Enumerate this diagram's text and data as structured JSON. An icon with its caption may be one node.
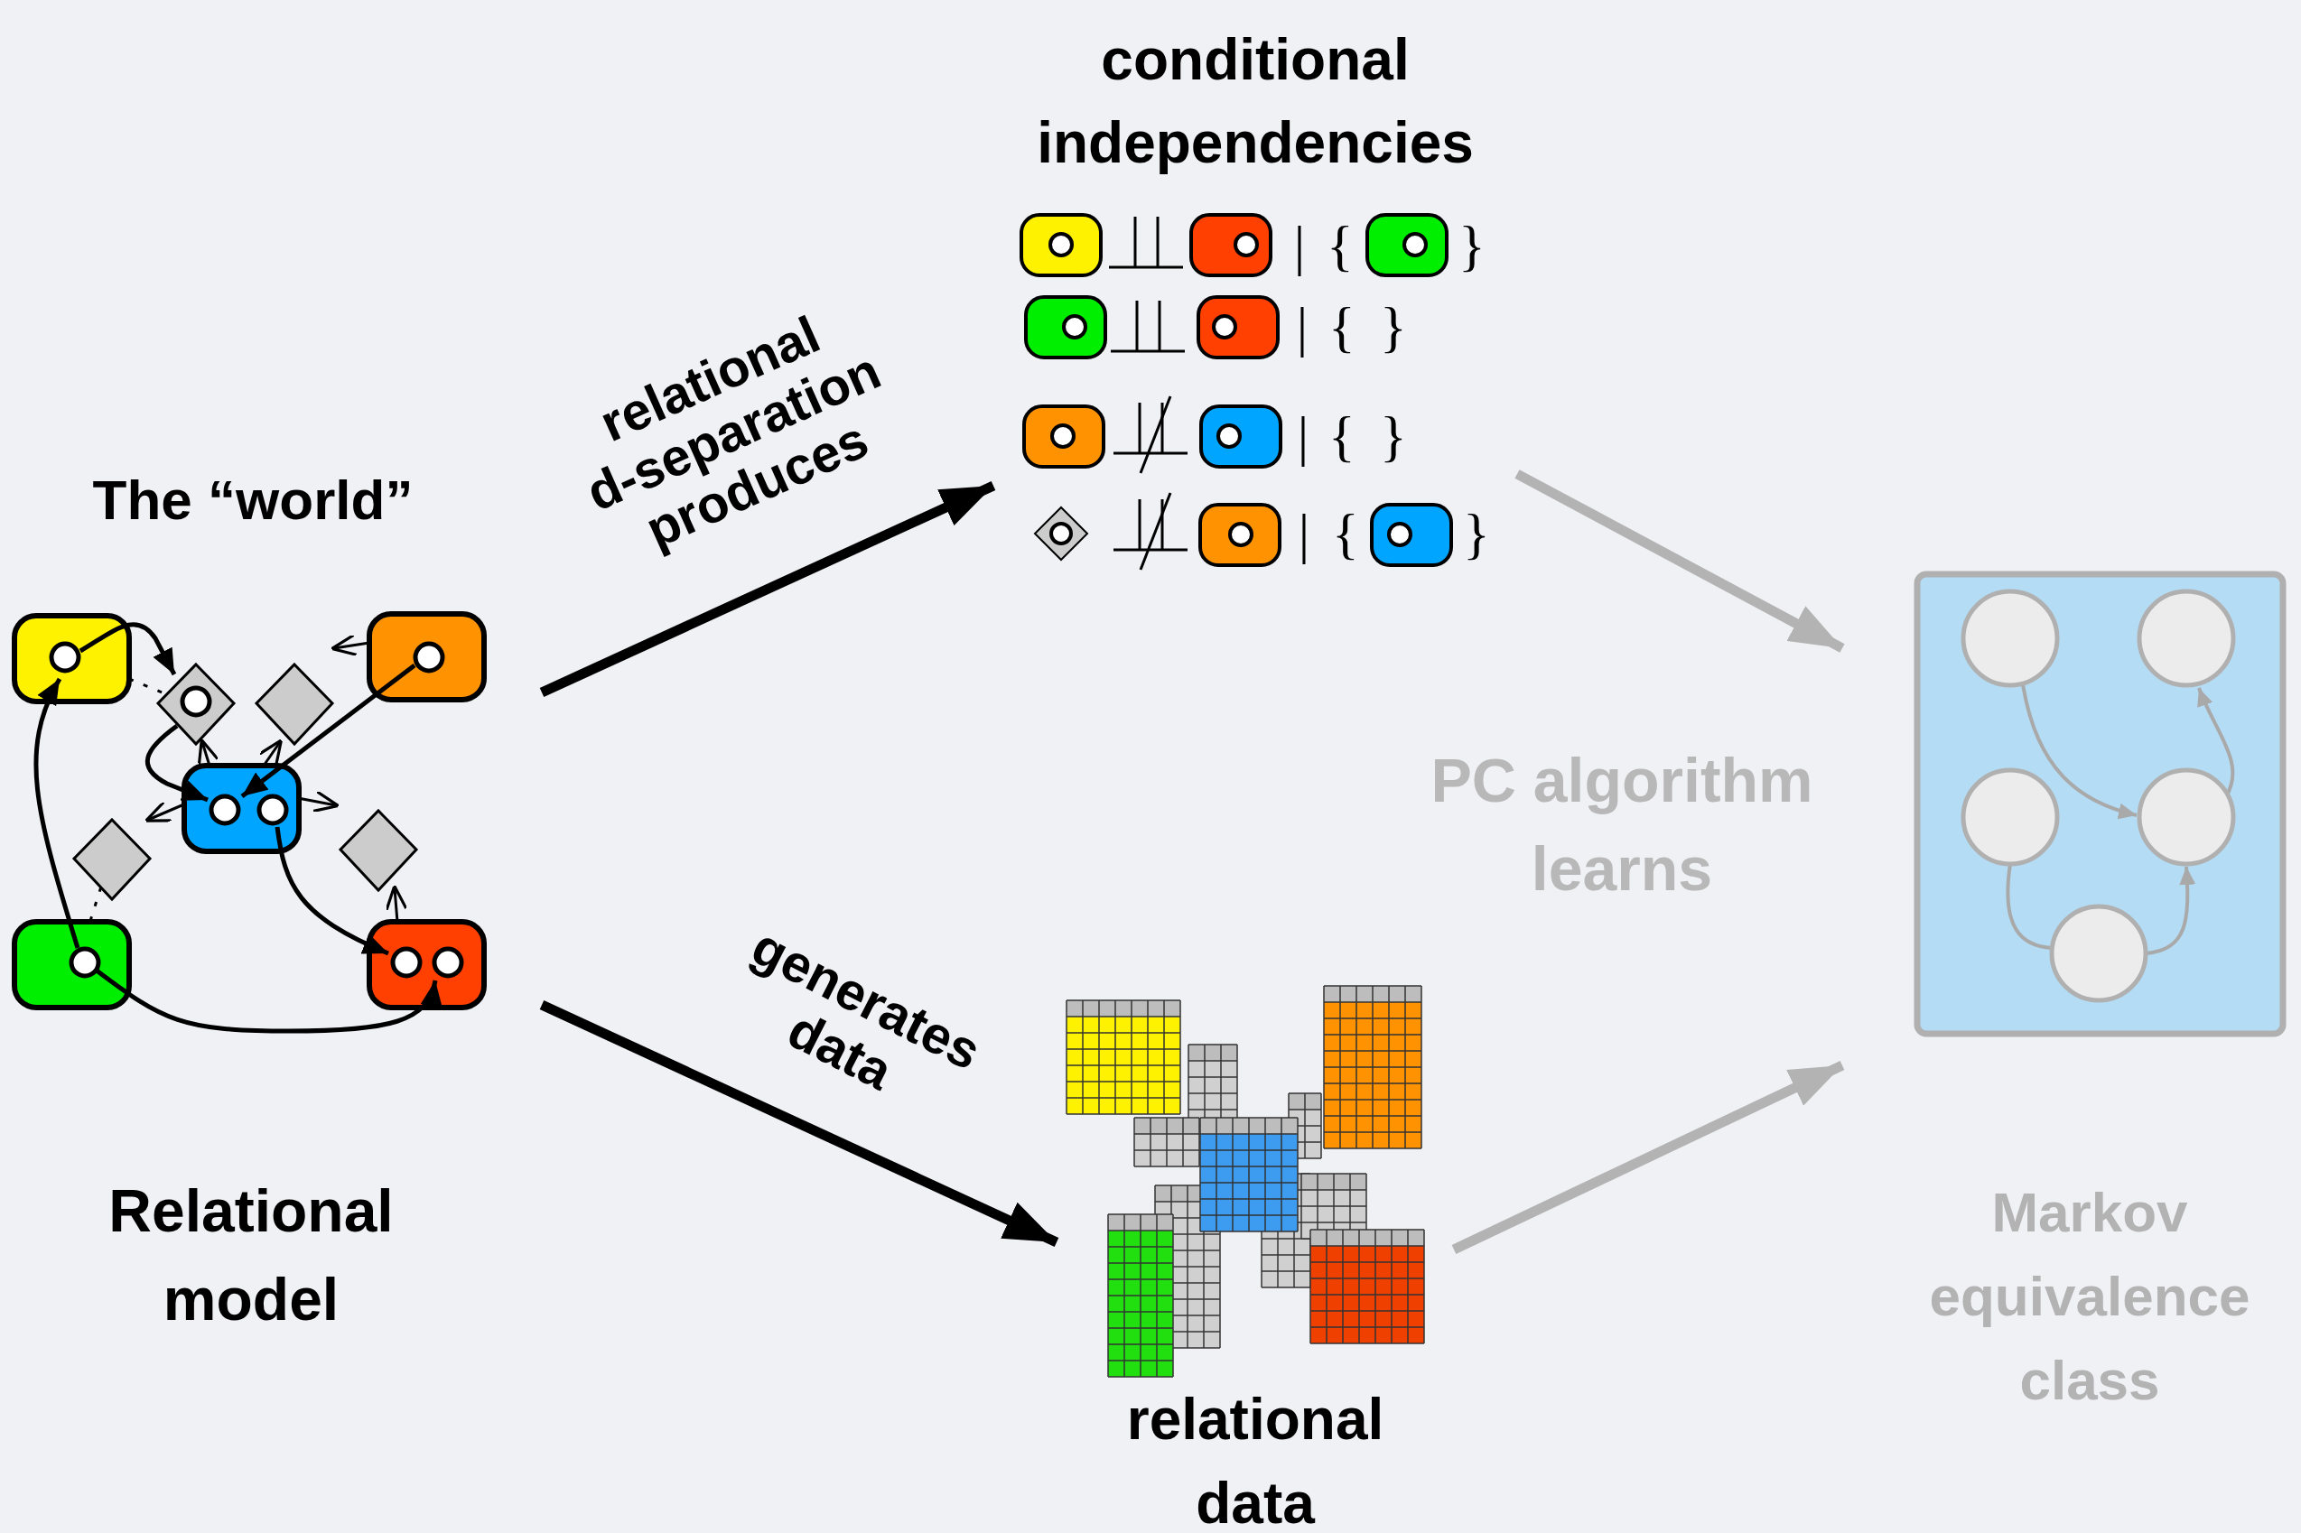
{
  "diagram": {
    "nodes": [
      {
        "text": [
          "The “world”",
          "Relational model"
        ]
      },
      {
        "text": [
          "conditional independencies"
        ]
      },
      {
        "text": [
          "relational data"
        ]
      },
      {
        "text": [
          "Markov equivalence class"
        ]
      }
    ],
    "edges": [
      {
        "from": 0,
        "to": 1,
        "arrow": "to",
        "label": "relational d-separation produces"
      },
      {
        "from": 0,
        "to": 2,
        "arrow": "to",
        "label": "generates data"
      },
      {
        "from": 1,
        "to": 3,
        "arrow": "to",
        "color": "#b3b3b3"
      },
      {
        "from": 2,
        "to": 3,
        "arrow": "to",
        "color": "#b3b3b3"
      }
    ],
    "labels": [
      "|",
      "{",
      "}",
      "|",
      "{",
      "}",
      "|",
      "{",
      "}",
      "|",
      "{",
      "}",
      "PC algorithm learns"
    ]
  }
}
